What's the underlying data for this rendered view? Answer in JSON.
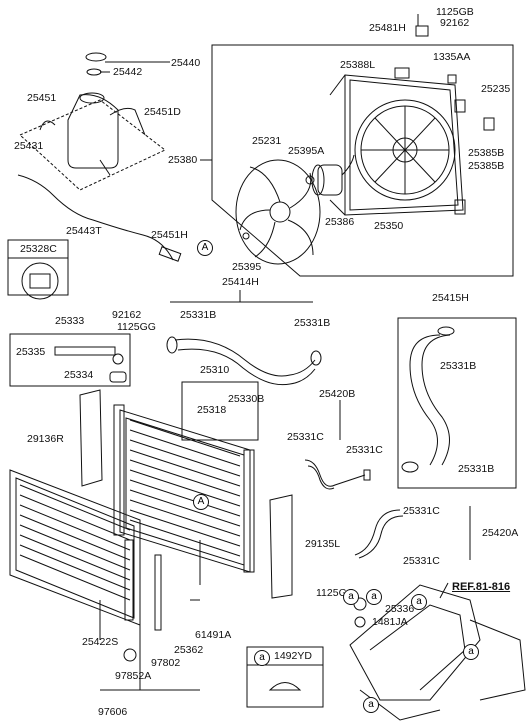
{
  "labels": {
    "p1125GB": "1125GB",
    "p92162a": "92162",
    "p25481H": "25481H",
    "p1335AA": "1335AA",
    "p25388L": "25388L",
    "p25235": "25235",
    "p25440": "25440",
    "p25442": "25442",
    "p25451": "25451",
    "p25451D": "25451D",
    "p25431": "25431",
    "p25380": "25380",
    "p25231": "25231",
    "p25395A": "25395A",
    "p25385B_1": "25385B",
    "p25385B_2": "25385B",
    "p25386": "25386",
    "p25350": "25350",
    "p25443T": "25443T",
    "p25451H": "25451H",
    "p25395": "25395",
    "p25328C": "25328C",
    "p25414H": "25414H",
    "p25415H": "25415H",
    "p25333": "25333",
    "p92162b": "92162",
    "p1125GG_a": "1125GG",
    "p25331B_1": "25331B",
    "p25331B_2": "25331B",
    "p25331B_3": "25331B",
    "p25331B_4": "25331B",
    "p25335": "25335",
    "p25334": "25334",
    "p25310": "25310",
    "p25330B": "25330B",
    "p25318": "25318",
    "p25420B": "25420B",
    "p29136R": "29136R",
    "p25331C_1": "25331C",
    "p25331C_2": "25331C",
    "p25331C_3": "25331C",
    "p25331C_4": "25331C",
    "p25420A": "25420A",
    "p29135L": "29135L",
    "p1125GG_b": "1125GG",
    "p25336": "25336",
    "p1481JA": "1481JA",
    "p61491A": "61491A",
    "p25422S": "25422S",
    "p25362": "25362",
    "p97802": "97802",
    "p97852A": "97852A",
    "p97606": "97606",
    "p1492YD": "1492YD",
    "ref": "REF.81-816",
    "circle_a": "a",
    "circle_A": "A"
  },
  "colors": {
    "line": "#111111",
    "background": "#ffffff"
  }
}
